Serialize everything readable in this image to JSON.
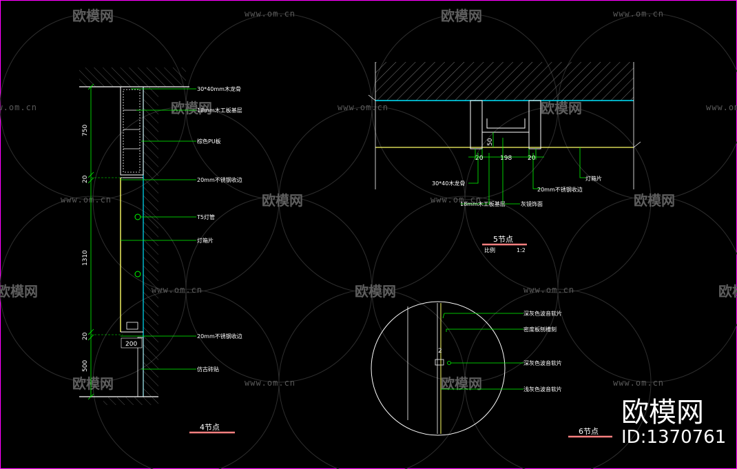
{
  "colors": {
    "background": "#000000",
    "leader_line": "#00ff00",
    "wall": "#ffffff",
    "board": "#00e5ff",
    "panel": "#ffff66",
    "title_underline": "#ff8080",
    "frame": "#ff00ff",
    "watermark": "#5a5a5a"
  },
  "watermark": {
    "brand": "欧模网",
    "url": "www.om.cn"
  },
  "node4": {
    "title": "4节点",
    "dims": {
      "d750": "750",
      "d20a": "20",
      "d1310": "1310",
      "d20b": "20",
      "d500": "500",
      "d200": "200"
    },
    "labels": [
      "30*40mm木龙骨",
      "18mm木工板基层",
      "棕色PU板",
      "20mm不锈钢收边",
      "T5灯管",
      "灯箱片",
      "20mm不锈钢收边",
      "仿古砖贴"
    ]
  },
  "node5": {
    "title": "5节点",
    "scale_left": "比例",
    "scale_right": "1:2",
    "dims": {
      "d50": "50",
      "d20a": "20",
      "d198": "198",
      "d20b": "20"
    },
    "labels": {
      "lightbox": "灯箱片",
      "joist": "30*40木龙骨",
      "board": "18mm木工板基层",
      "steel_edge": "20mm不锈钢收边",
      "black_mirror": "灰镜饰面"
    }
  },
  "node6": {
    "title": "6节点",
    "dim": "2",
    "labels": [
      "深灰色波音软片",
      "密度板刨槽刻",
      "深灰色波音软片",
      "浅灰色波音软片"
    ]
  },
  "brand_block": {
    "brand": "欧模网",
    "id": "ID:1370761"
  }
}
